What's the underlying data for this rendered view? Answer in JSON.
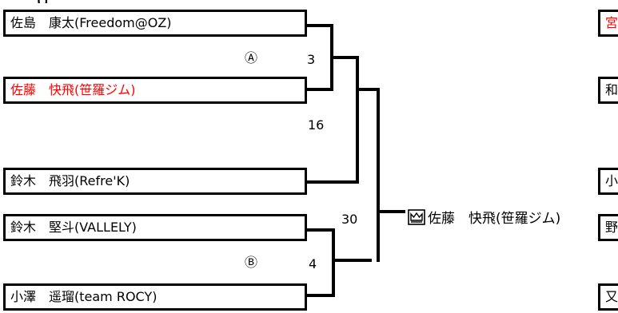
{
  "top_cut_text": "g",
  "left_bracket": {
    "players": [
      {
        "name": "佐島　康太(Freedom@OZ)",
        "winner": false
      },
      {
        "name": "佐藤　快飛(笹羅ジム)",
        "winner": true
      },
      {
        "name": "鈴木　飛羽(Refre'K)",
        "winner": false
      },
      {
        "name": "鈴木　堅斗(VALLELY)",
        "winner": false
      },
      {
        "name": "小澤　遥瑠(team ROCY)",
        "winner": false
      }
    ],
    "match_a": {
      "marker": "Ⓐ",
      "score": "3"
    },
    "match_16": {
      "score": "16"
    },
    "match_b": {
      "marker": "Ⓑ",
      "score": "4"
    },
    "final": {
      "score": "30"
    }
  },
  "champion": {
    "name": "佐藤　快飛(笹羅ジム)",
    "icon": "crown-icon"
  },
  "right_bracket": {
    "players": [
      {
        "name": "宮",
        "winner": true
      },
      {
        "name": "和",
        "winner": false
      },
      {
        "name": "小",
        "winner": false
      },
      {
        "name": "野",
        "winner": false
      },
      {
        "name": "又",
        "winner": false
      }
    ]
  },
  "colors": {
    "line": "#000000",
    "winner_text": "#ff0000",
    "background": "#ffffff"
  }
}
